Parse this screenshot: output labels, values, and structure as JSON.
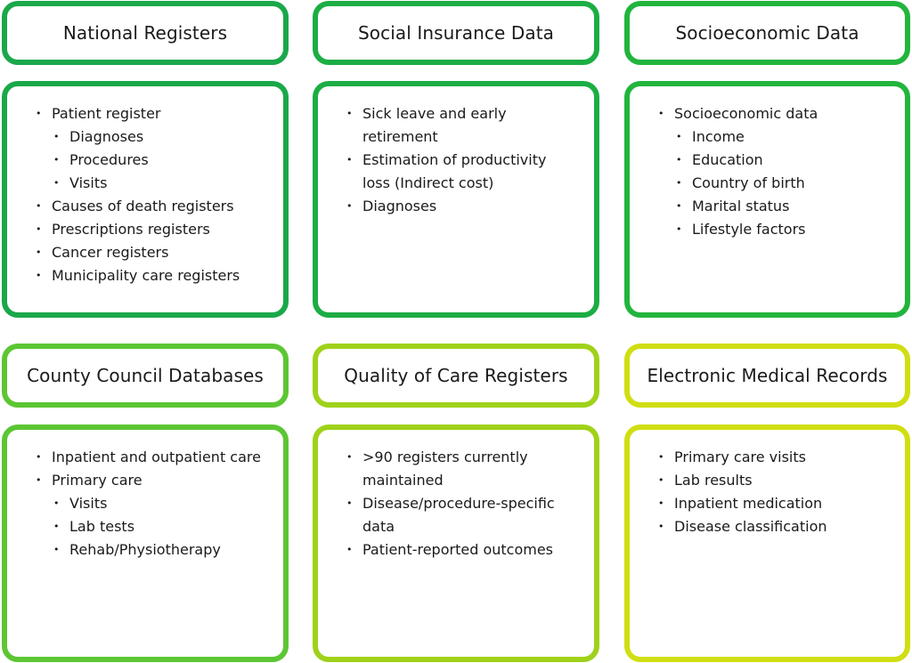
{
  "colors": {
    "national": "#1aa84a",
    "social": "#1cad44",
    "socio": "#21b53d",
    "county": "#5cc633",
    "quality": "#9fd21a",
    "emr": "#d0de12"
  },
  "boxes": [
    {
      "title": "National Registers",
      "items": [
        {
          "text": "Patient register",
          "sub": false
        },
        {
          "text": "Diagnoses",
          "sub": true
        },
        {
          "text": "Procedures",
          "sub": true
        },
        {
          "text": "Visits",
          "sub": true
        },
        {
          "text": "Causes of death registers",
          "sub": false
        },
        {
          "text": "Prescriptions registers",
          "sub": false
        },
        {
          "text": "Cancer registers",
          "sub": false
        },
        {
          "text": "Municipality care registers",
          "sub": false
        }
      ]
    },
    {
      "title": "Social Insurance Data",
      "items": [
        {
          "text": "Sick leave and early retirement",
          "sub": false
        },
        {
          "text": "Estimation of productivity loss (Indirect cost)",
          "sub": false
        },
        {
          "text": "Diagnoses",
          "sub": false
        }
      ]
    },
    {
      "title": "Socioeconomic Data",
      "items": [
        {
          "text": "Socioeconomic data",
          "sub": false
        },
        {
          "text": "Income",
          "sub": true
        },
        {
          "text": "Education",
          "sub": true
        },
        {
          "text": "Country of birth",
          "sub": true
        },
        {
          "text": "Marital status",
          "sub": true
        },
        {
          "text": "Lifestyle factors",
          "sub": true
        }
      ]
    },
    {
      "title": "County Council Databases",
      "items": [
        {
          "text": "Inpatient and outpatient care",
          "sub": false
        },
        {
          "text": "Primary care",
          "sub": false
        },
        {
          "text": "Visits",
          "sub": true
        },
        {
          "text": "Lab tests",
          "sub": true
        },
        {
          "text": "Rehab/Physiotherapy",
          "sub": true
        }
      ]
    },
    {
      "title": "Quality of Care Registers",
      "items": [
        {
          "text": ">90 registers currently maintained",
          "sub": false
        },
        {
          "text": "Disease/procedure-specific data",
          "sub": false
        },
        {
          "text": "Patient-reported outcomes",
          "sub": false
        }
      ]
    },
    {
      "title": "Electronic Medical Records",
      "items": [
        {
          "text": "Primary care visits",
          "sub": false
        },
        {
          "text": "Lab results",
          "sub": false
        },
        {
          "text": "Inpatient medication",
          "sub": false
        },
        {
          "text": "Disease classification",
          "sub": false
        }
      ]
    }
  ]
}
